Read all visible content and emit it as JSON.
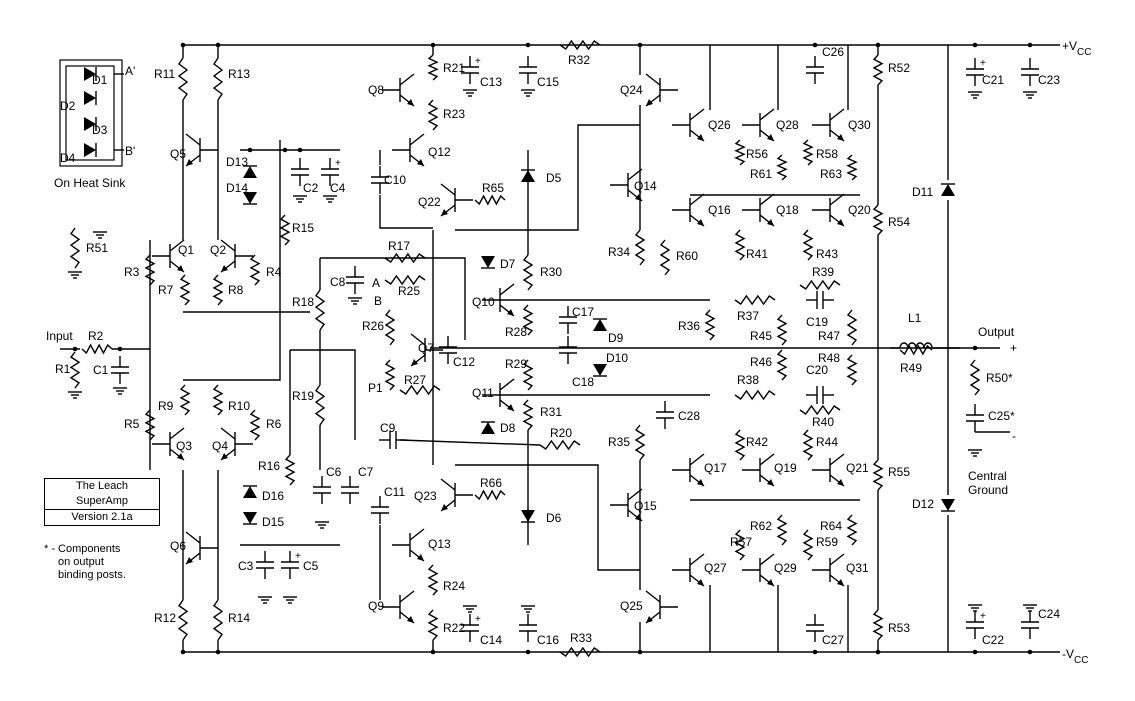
{
  "rail_labels": {
    "pos": "+V",
    "neg": "-V",
    "sub": "CC"
  },
  "io_labels": {
    "input": "Input",
    "output": "Output",
    "ground": "Central Ground",
    "ground_line1": "Central",
    "ground_line2": "Ground",
    "plus": "+",
    "minus": "-"
  },
  "heat_sink": {
    "caption": "On Heat Sink",
    "node_a": "A'",
    "node_b": "B'"
  },
  "title_box": {
    "line1": "The Leach",
    "line2": "SuperAmp",
    "version": "Version 2.1a"
  },
  "notes": {
    "line1": "* - Components",
    "line2": "on output",
    "line3": "binding posts."
  },
  "node_labels": {
    "a": "A",
    "b": "B"
  },
  "components": {
    "resistors": [
      "R1",
      "R2",
      "R3",
      "R4",
      "R5",
      "R6",
      "R7",
      "R8",
      "R9",
      "R10",
      "R11",
      "R12",
      "R13",
      "R14",
      "R15",
      "R16",
      "R17",
      "R18",
      "R19",
      "R20",
      "R21",
      "R22",
      "R23",
      "R24",
      "R25",
      "R26",
      "R27",
      "R28",
      "R29",
      "R30",
      "R31",
      "R32",
      "R33",
      "R34",
      "R35",
      "R36",
      "R37",
      "R38",
      "R39",
      "R40",
      "R41",
      "R42",
      "R43",
      "R44",
      "R45",
      "R46",
      "R47",
      "R48",
      "R49",
      "R50*",
      "R51",
      "R52",
      "R53",
      "R54",
      "R55",
      "R56",
      "R57",
      "R58",
      "R59",
      "R60",
      "R61",
      "R62",
      "R63",
      "R64",
      "R65",
      "R66",
      "P1"
    ],
    "capacitors": [
      "C1",
      "C2",
      "C3",
      "C4",
      "C5",
      "C6",
      "C7",
      "C8",
      "C9",
      "C10",
      "C11",
      "C12",
      "C13",
      "C14",
      "C15",
      "C16",
      "C17",
      "C18",
      "C19",
      "C20",
      "C21",
      "C22",
      "C23",
      "C24",
      "C25*",
      "C26",
      "C27",
      "C28"
    ],
    "transistors": [
      "Q1",
      "Q2",
      "Q3",
      "Q4",
      "Q5",
      "Q6",
      "Q7",
      "Q8",
      "Q9",
      "Q10",
      "Q11",
      "Q12",
      "Q13",
      "Q14",
      "Q15",
      "Q16",
      "Q17",
      "Q18",
      "Q19",
      "Q20",
      "Q21",
      "Q22",
      "Q23",
      "Q24",
      "Q25",
      "Q26",
      "Q27",
      "Q28",
      "Q29",
      "Q30",
      "Q31"
    ],
    "diodes": [
      "D1",
      "D2",
      "D3",
      "D4",
      "D5",
      "D6",
      "D7",
      "D8",
      "D9",
      "D10",
      "D11",
      "D12",
      "D13",
      "D14",
      "D15",
      "D16"
    ],
    "inductors": [
      "L1"
    ]
  }
}
